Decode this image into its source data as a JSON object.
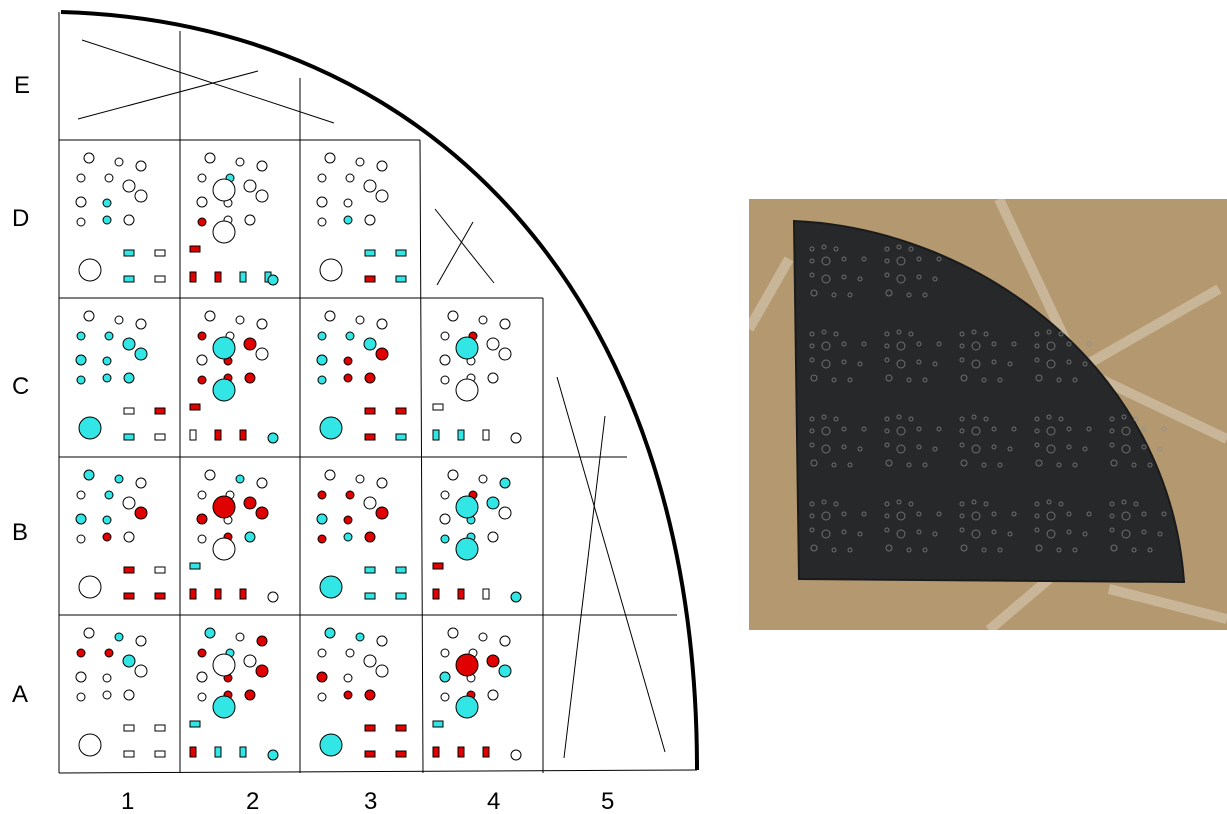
{
  "row_labels": [
    "A",
    "B",
    "C",
    "D",
    "E"
  ],
  "col_labels": [
    "1",
    "2",
    "3",
    "4",
    "5"
  ],
  "colors": {
    "cyan": "#33e6e6",
    "red": "#e00000",
    "white": "#ffffff",
    "outline": "#000000"
  },
  "legend": {
    "w": "unfilled circle",
    "c": "cyan-filled circle",
    "r": "red-filled circle"
  },
  "dies": {
    "D1": {
      "row": "D",
      "col": "1",
      "small": [
        "w",
        "w",
        "w",
        "w",
        "w",
        "w",
        "w",
        "c",
        "w",
        "w",
        "c",
        "w"
      ],
      "large": [
        "w",
        "w"
      ],
      "rects": [
        "c",
        "w",
        "c",
        "w"
      ],
      "corner": "none",
      "large_top_hidden": true
    },
    "D2": {
      "row": "D",
      "col": "2",
      "small": [
        "w",
        "w",
        "w",
        "w",
        "c",
        "w",
        "w",
        "w",
        "w",
        "r",
        "w",
        "w"
      ],
      "large": [
        "w",
        "w"
      ],
      "rects": [
        "r",
        "r",
        "r",
        "c",
        "c"
      ],
      "corner": "c"
    },
    "D3": {
      "row": "D",
      "col": "3",
      "small": [
        "w",
        "w",
        "w",
        "w",
        "w",
        "w",
        "w",
        "w",
        "w",
        "w",
        "c",
        "w"
      ],
      "large": [
        "w",
        "w"
      ],
      "rects": [
        "c",
        "c",
        "r",
        "c"
      ],
      "corner": "none",
      "large_top_hidden": true
    },
    "C1": {
      "row": "C",
      "col": "1",
      "small": [
        "w",
        "w",
        "w",
        "c",
        "c",
        "c",
        "c",
        "c",
        "c",
        "c",
        "c",
        "c"
      ],
      "large": [
        "c",
        "c"
      ],
      "rects": [
        "w",
        "r",
        "c",
        "w"
      ],
      "corner": "none",
      "large_top_hidden": true
    },
    "C2": {
      "row": "C",
      "col": "2",
      "small": [
        "w",
        "w",
        "w",
        "r",
        "w",
        "r",
        "w",
        "r",
        "w",
        "r",
        "r",
        "r"
      ],
      "large": [
        "c",
        "c"
      ],
      "rects": [
        "r",
        "w",
        "r",
        "r"
      ],
      "corner": "c"
    },
    "C3": {
      "row": "C",
      "col": "3",
      "small": [
        "w",
        "w",
        "w",
        "c",
        "c",
        "c",
        "c",
        "r",
        "r",
        "c",
        "r",
        "r"
      ],
      "large": [
        "c",
        "c"
      ],
      "rects": [
        "r",
        "r",
        "r",
        "c"
      ],
      "corner": "none",
      "large_top_hidden": true
    },
    "C4": {
      "row": "C",
      "col": "4",
      "small": [
        "w",
        "w",
        "w",
        "w",
        "r",
        "w",
        "w",
        "w",
        "w",
        "w",
        "w",
        "w"
      ],
      "large": [
        "c",
        "w"
      ],
      "rects": [
        "w",
        "c",
        "c",
        "w"
      ],
      "corner": "w"
    },
    "B1": {
      "row": "B",
      "col": "1",
      "small": [
        "c",
        "c",
        "w",
        "w",
        "c",
        "w",
        "c",
        "c",
        "r",
        "w",
        "r",
        "w"
      ],
      "large": [
        "w",
        "w"
      ],
      "rects": [
        "r",
        "w",
        "r",
        "r"
      ],
      "corner": "none",
      "large_top_hidden": true
    },
    "B2": {
      "row": "B",
      "col": "2",
      "small": [
        "w",
        "c",
        "w",
        "w",
        "w",
        "r",
        "r",
        "w",
        "r",
        "w",
        "r",
        "c"
      ],
      "large": [
        "r",
        "w"
      ],
      "rects": [
        "c",
        "r",
        "r",
        "r"
      ],
      "corner": "w"
    },
    "B3": {
      "row": "B",
      "col": "3",
      "small": [
        "w",
        "w",
        "w",
        "r",
        "r",
        "w",
        "c",
        "r",
        "r",
        "r",
        "c",
        "r"
      ],
      "large": [
        "c",
        "c"
      ],
      "rects": [
        "c",
        "c",
        "c",
        "c"
      ],
      "corner": "none",
      "large_top_hidden": true
    },
    "B4": {
      "row": "B",
      "col": "4",
      "small": [
        "w",
        "w",
        "c",
        "w",
        "r",
        "c",
        "w",
        "c",
        "w",
        "c",
        "c",
        "w"
      ],
      "large": [
        "c",
        "c"
      ],
      "rects": [
        "r",
        "r",
        "r",
        "w"
      ],
      "corner": "c"
    },
    "A1": {
      "row": "A",
      "col": "1",
      "small": [
        "w",
        "c",
        "w",
        "r",
        "r",
        "c",
        "w",
        "w",
        "w",
        "w",
        "w",
        "w"
      ],
      "large": [
        "w",
        "w"
      ],
      "rects": [
        "w",
        "w",
        "w",
        "w"
      ],
      "corner": "none",
      "large_top_hidden": true
    },
    "A2": {
      "row": "A",
      "col": "2",
      "small": [
        "c",
        "w",
        "r",
        "r",
        "c",
        "w",
        "w",
        "r",
        "r",
        "w",
        "r",
        "r"
      ],
      "large": [
        "w",
        "c"
      ],
      "rects": [
        "c",
        "r",
        "c",
        "c"
      ],
      "corner": "c"
    },
    "A3": {
      "row": "A",
      "col": "3",
      "small": [
        "c",
        "c",
        "w",
        "w",
        "w",
        "w",
        "r",
        "w",
        "w",
        "w",
        "r",
        "r"
      ],
      "large": [
        "c",
        "c"
      ],
      "rects": [
        "r",
        "r",
        "r",
        "r"
      ],
      "corner": "none",
      "large_top_hidden": true
    },
    "A4": {
      "row": "A",
      "col": "4",
      "small": [
        "w",
        "w",
        "w",
        "w",
        "w",
        "r",
        "c",
        "w",
        "c",
        "w",
        "r",
        "w"
      ],
      "large": [
        "r",
        "c"
      ],
      "rects": [
        "c",
        "r",
        "r",
        "r"
      ],
      "corner": "w"
    }
  },
  "photo": {
    "background": "#b39870",
    "wafer_fill": "#26282a",
    "dot_color": "#8a8f90"
  }
}
